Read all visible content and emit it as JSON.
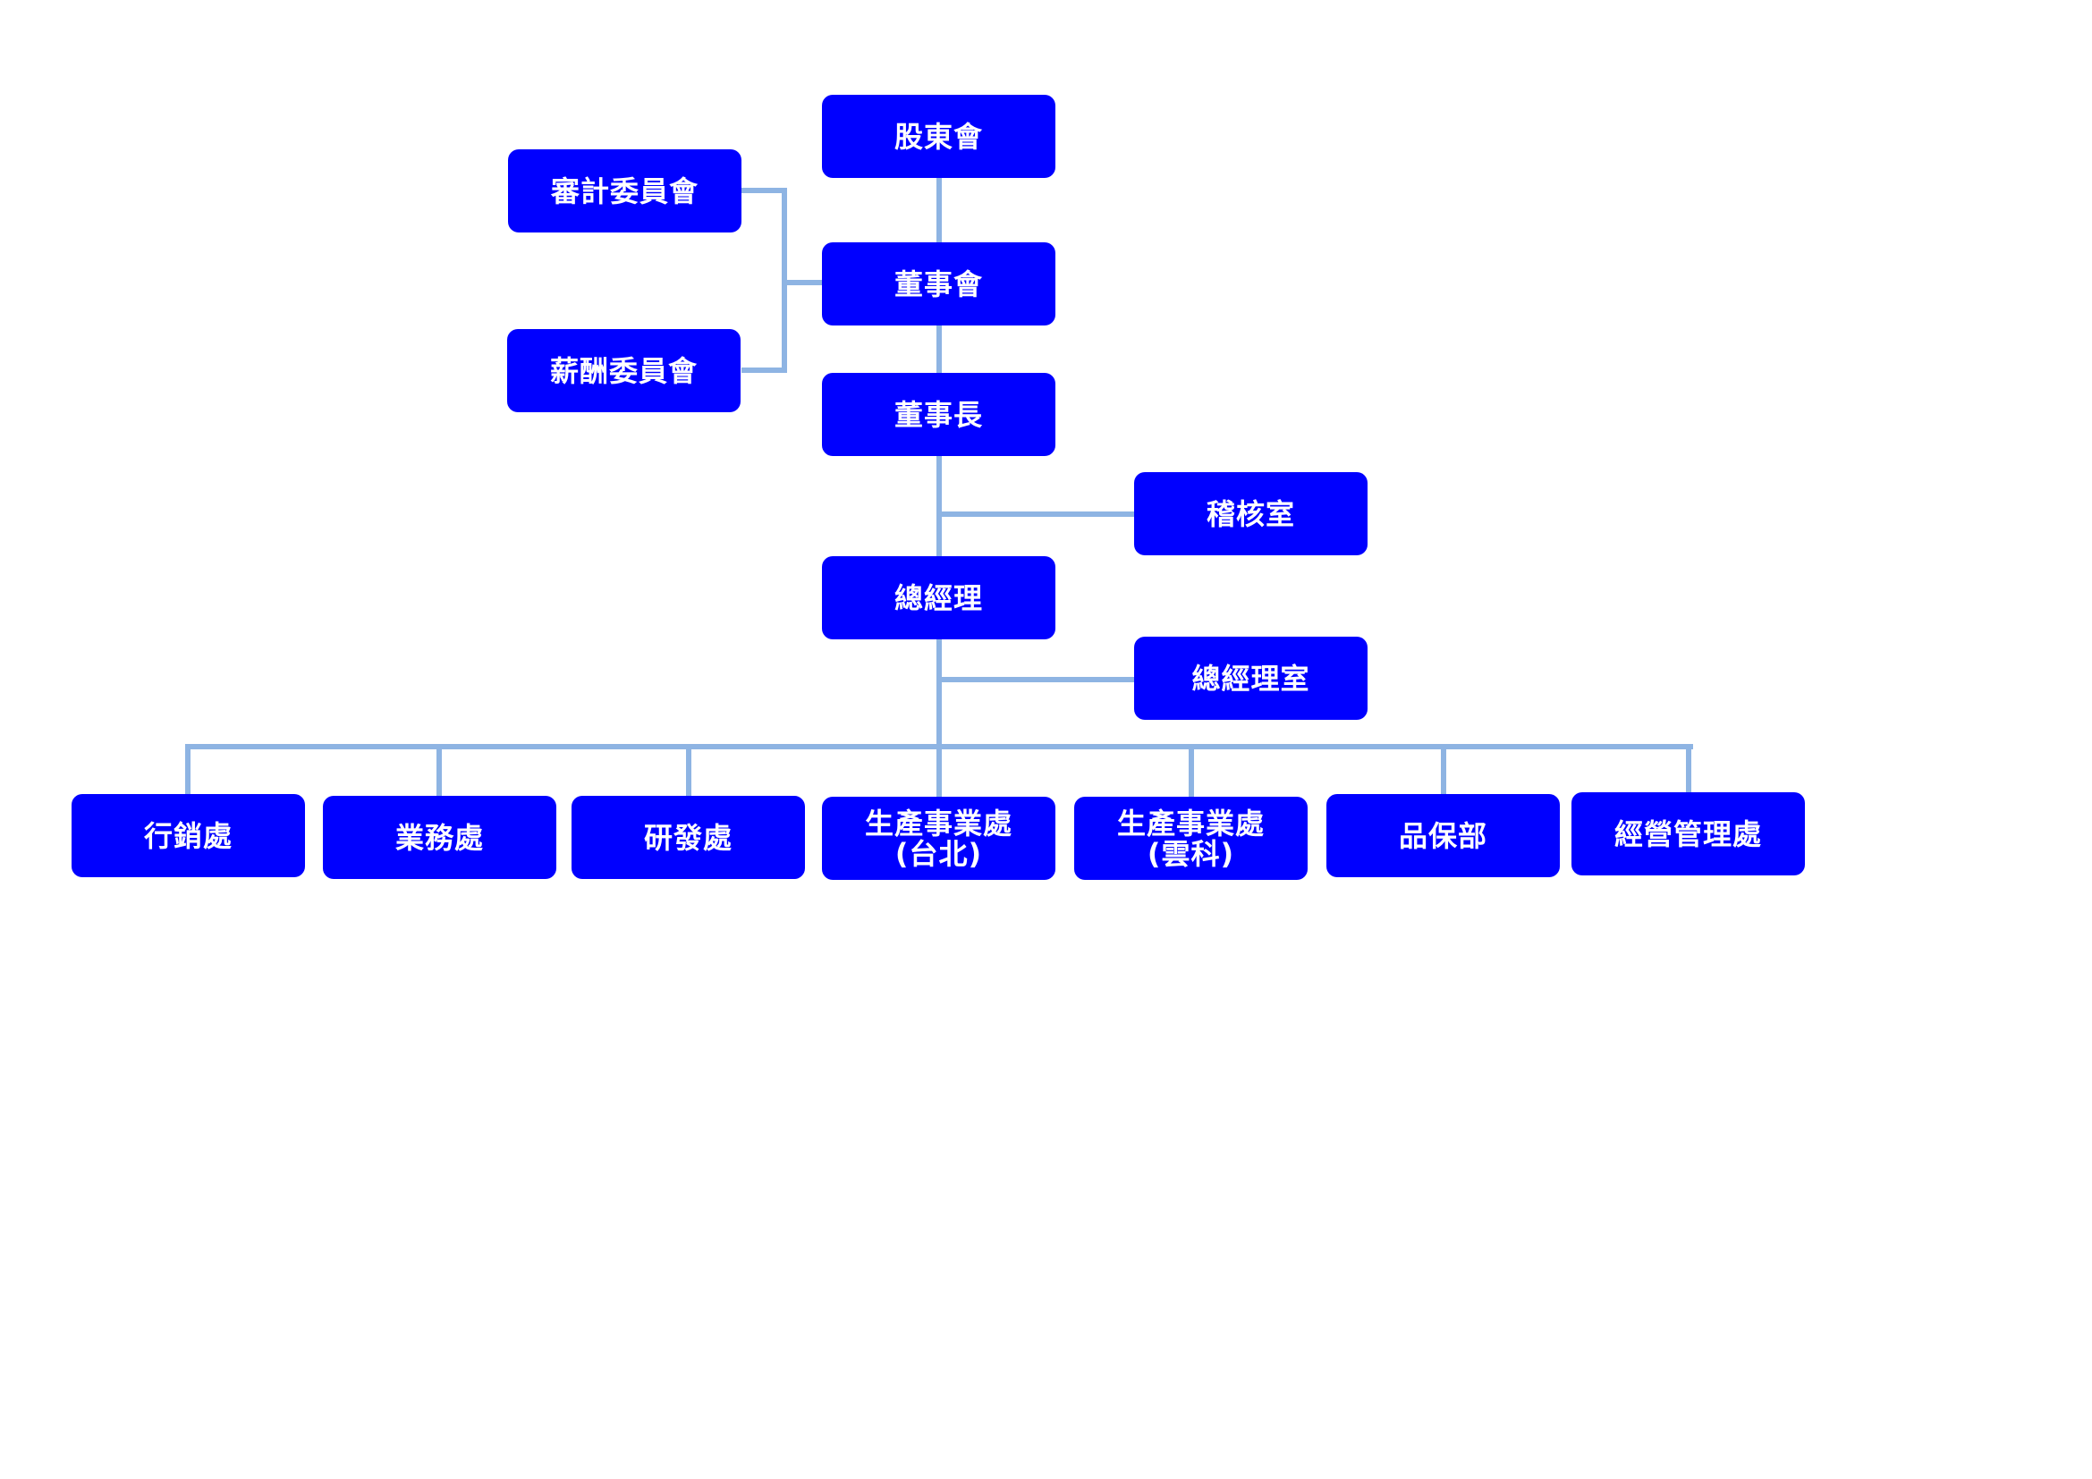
{
  "colors": {
    "node_fill": "#0000ff",
    "node_text": "#ffffff",
    "connector": "#8eb4e3",
    "background": "#ffffff"
  },
  "org_chart": {
    "shareholders": "股東會",
    "audit_committee": "審計委員會",
    "board": "董事會",
    "compensation_committee": "薪酬委員會",
    "chairman": "董事長",
    "audit_office": "稽核室",
    "president": "總經理",
    "president_office": "總經理室",
    "departments": [
      {
        "line1": "行銷處"
      },
      {
        "line1": "業務處"
      },
      {
        "line1": "研發處"
      },
      {
        "line1": "生產事業處",
        "line2": "(台北)"
      },
      {
        "line1": "生產事業處",
        "line2": "(雲科)"
      },
      {
        "line1": "品保部"
      },
      {
        "line1": "經營管理處"
      }
    ]
  }
}
